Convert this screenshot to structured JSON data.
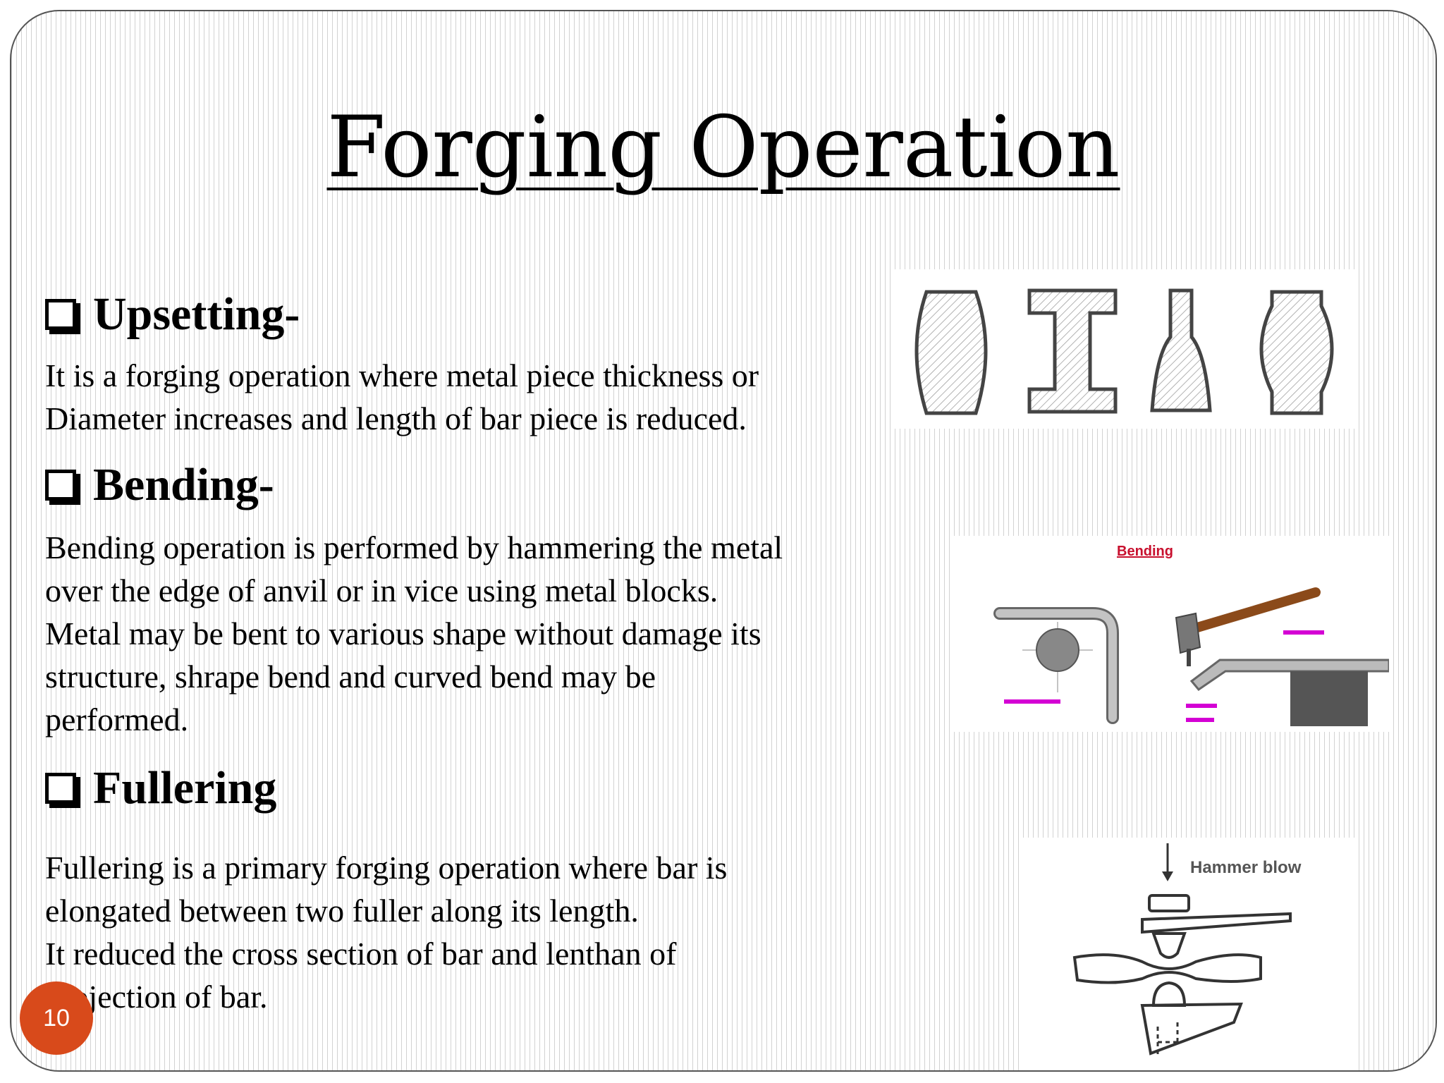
{
  "title": "Forging Operation",
  "sections": {
    "upsetting": {
      "heading": "Upsetting-",
      "lines": [
        "It is a forging operation where metal piece thickness or",
        "Diameter increases and length of bar piece is reduced."
      ]
    },
    "bending": {
      "heading": "Bending-",
      "lines": [
        "Bending operation is performed by hammering the metal",
        "over the edge of anvil or in vice using metal blocks.",
        "Metal may be bent to various shape without damage its",
        "structure, shrape  bend and curved bend may be",
        "performed."
      ]
    },
    "fullering": {
      "heading": "Fullering",
      "lines": [
        "Fullering is a primary forging operation where bar is",
        "elongated between two fuller along its length.",
        "It reduced the cross section of bar and lenthan of",
        "projection of bar."
      ]
    }
  },
  "figures": {
    "bending_title": "Bending",
    "hammer_blow": "Hammer blow"
  },
  "page_number": "10",
  "colors": {
    "page_badge": "#d84a1b",
    "bending_title": "#c8102e",
    "bending_labels": "#d400d4",
    "hammer_handle": "#8b4a1a"
  }
}
